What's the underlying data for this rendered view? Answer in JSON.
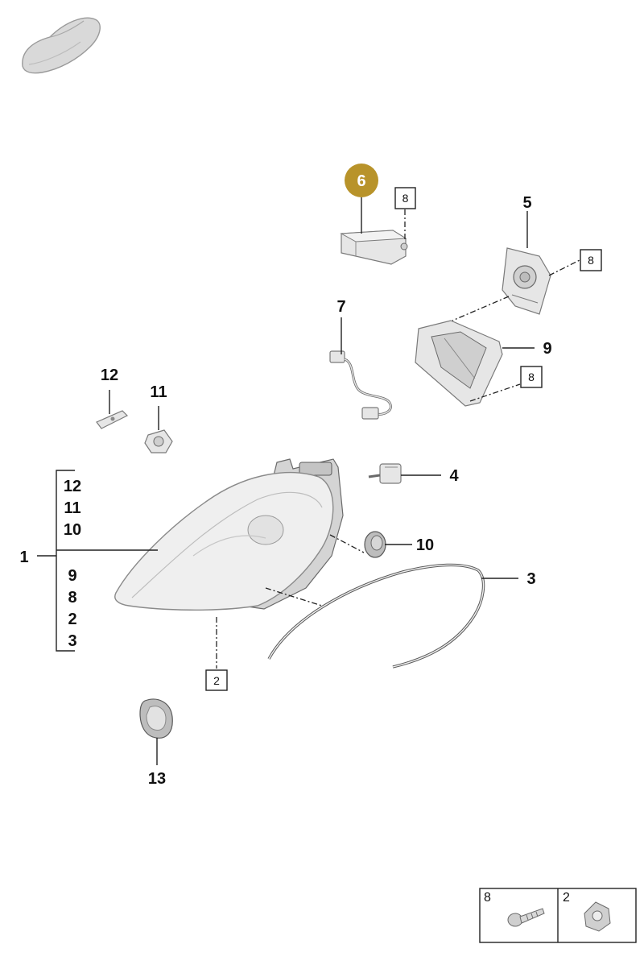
{
  "callouts": {
    "c1": "1",
    "c3": "3",
    "c4": "4",
    "c5": "5",
    "c6": "6",
    "c7": "7",
    "c9": "9",
    "c10": "10",
    "c11": "11",
    "c12": "12",
    "c13": "13"
  },
  "bracket_list": [
    "12",
    "11",
    "10",
    "9",
    "8",
    "2",
    "3"
  ],
  "ref_boxes": {
    "b8_module": "8",
    "b8_bracket_top": "8",
    "b8_bracket_bottom": "8",
    "b2_headlight": "2"
  },
  "legend": {
    "left_number": "8",
    "right_number": "2"
  },
  "colors": {
    "highlight": "#b8932a"
  }
}
